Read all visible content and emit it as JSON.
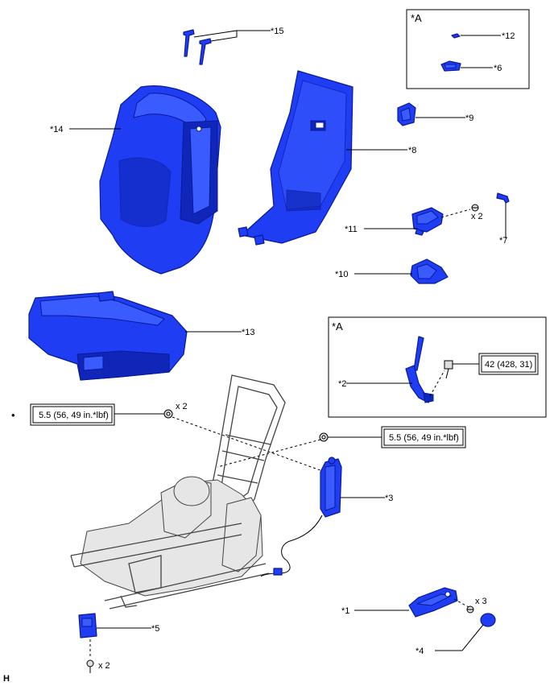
{
  "callouts": {
    "c1": "*1",
    "c2": "*2",
    "c3": "*3",
    "c4": "*4",
    "c5": "*5",
    "c6": "*6",
    "c7": "*7",
    "c8": "*8",
    "c9": "*9",
    "c10": "*10",
    "c11": "*11",
    "c12": "*12",
    "c13": "*13",
    "c14": "*14",
    "c15": "*15"
  },
  "views": {
    "detail_a_top": "*A",
    "detail_a_bottom": "*A"
  },
  "quantities": {
    "q_clip_11": "x 2",
    "q_nut_left": "x 2",
    "q_bolt_5": "x 2",
    "q_screw_1": "x 3"
  },
  "torques": {
    "t_left": "5.5 (56, 49 in.*lbf)",
    "t_right": "5.5 (56, 49 in.*lbf)",
    "t_2": "42 (428, 31)"
  },
  "marks": {
    "bullet": "•",
    "figure_code": "H"
  },
  "colors": {
    "part_fill": "#1f3df2",
    "frame_fill": "#e6e6e6"
  }
}
